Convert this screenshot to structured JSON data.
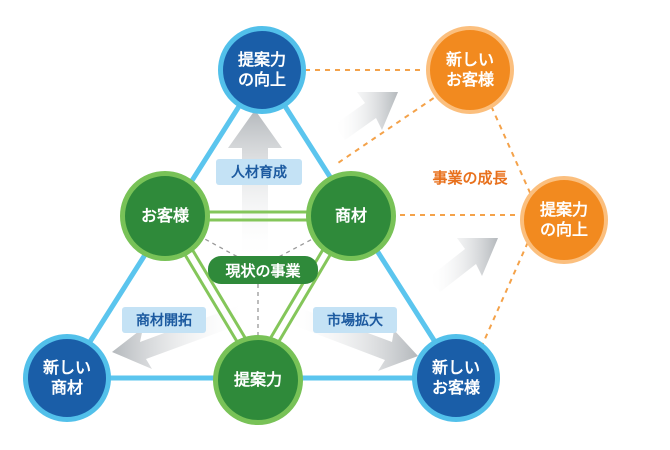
{
  "nodes": {
    "top_blue": [
      "提案力",
      "の向上"
    ],
    "bottom_left_blue": [
      "新しい",
      "商材"
    ],
    "bottom_right_blue": [
      "新しい",
      "お客様"
    ],
    "left_green": [
      "お客様"
    ],
    "right_green": [
      "商材"
    ],
    "bottom_green": [
      "提案力"
    ],
    "top_orange": [
      "新しい",
      "お客様"
    ],
    "right_orange": [
      "提案力",
      "の向上"
    ]
  },
  "labels": {
    "center": "現状の事業",
    "up_arrow": "人材育成",
    "left_arrow": "商材開拓",
    "right_arrow": "市場拡大",
    "growth": "事業の成長"
  },
  "colors": {
    "blue_fill": "#1a5ea8",
    "blue_ring": "#52c0ea",
    "green_fill": "#2f8a3a",
    "green_ring": "#78c257",
    "orange_fill": "#f28a1f",
    "orange_ring": "#fbbf7e",
    "growth_text": "#e8711d",
    "arrow_gray": "#b8bcc0"
  }
}
